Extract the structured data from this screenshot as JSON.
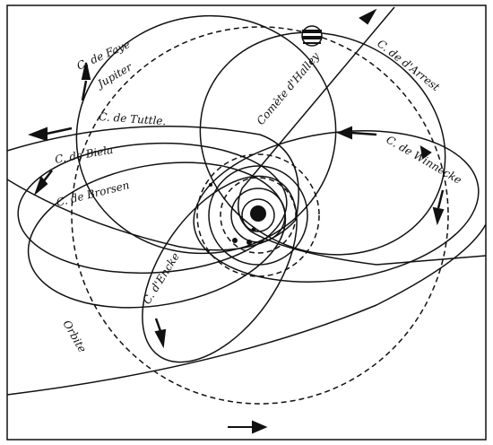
{
  "labels": {
    "faye": "C. de Faye",
    "jupiter": "Jupiter",
    "tuttle": "C. de Tuttle.",
    "biela": "C. de Biela",
    "brorsen": "C. de Brorsen",
    "halley": "Comète d'Halley",
    "arrest": "C. de d'Arrest",
    "winnecke": "C. de Winnecke",
    "encke": "C. d'Encke",
    "orbite": "Orbite"
  },
  "colors": {
    "ink": "#111111",
    "paper": "#ffffff"
  }
}
